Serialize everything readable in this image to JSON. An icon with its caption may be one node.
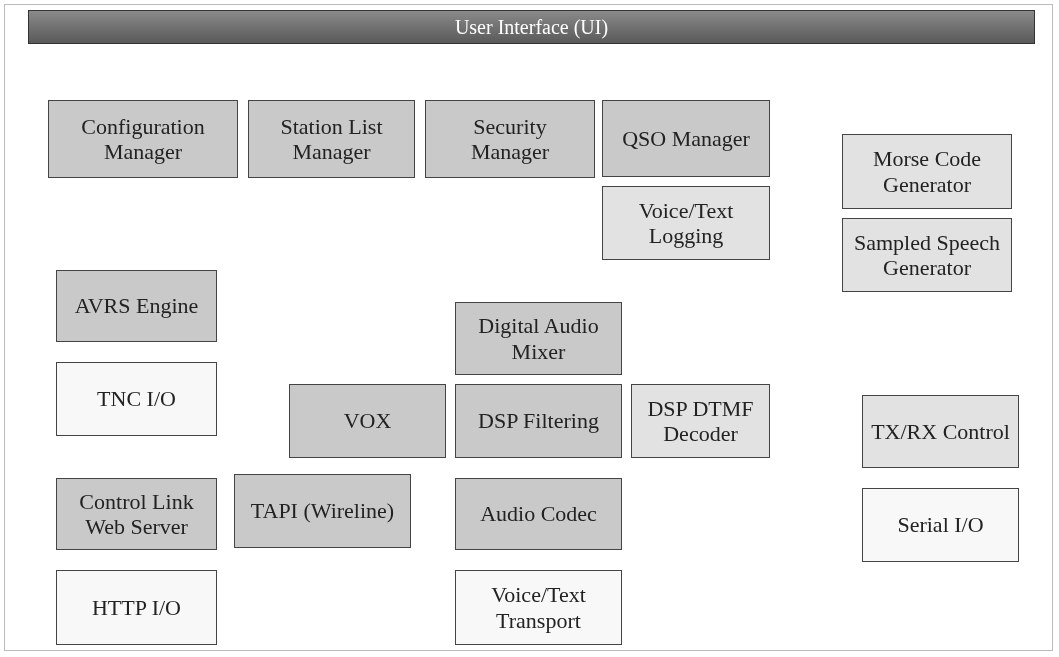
{
  "diagram": {
    "nodes": [
      {
        "text": [
          "User Interface (UI)"
        ]
      },
      {
        "text": [
          "Configuration Manager"
        ]
      },
      {
        "text": [
          "Station List Manager"
        ]
      },
      {
        "text": [
          "Security Manager"
        ]
      },
      {
        "text": [
          "QSO Manager"
        ]
      },
      {
        "text": [
          "Morse Code Generator"
        ]
      },
      {
        "text": [
          "Voice/Text Logging"
        ]
      },
      {
        "text": [
          "Sampled Speech Generator"
        ]
      },
      {
        "text": [
          "AVRS Engine"
        ]
      },
      {
        "text": [
          "Digital Audio Mixer"
        ]
      },
      {
        "text": [
          "TNC I/O"
        ]
      },
      {
        "text": [
          "VOX"
        ]
      },
      {
        "text": [
          "DSP Filtering"
        ]
      },
      {
        "text": [
          "DSP DTMF Decoder"
        ]
      },
      {
        "text": [
          "TX/RX Control"
        ]
      },
      {
        "text": [
          "Control Link Web Server"
        ]
      },
      {
        "text": [
          "TAPI (Wireline)"
        ]
      },
      {
        "text": [
          "Audio Codec"
        ]
      },
      {
        "text": [
          "Serial I/O"
        ]
      },
      {
        "text": [
          "HTTP I/O"
        ]
      },
      {
        "text": [
          "Voice/Text Transport"
        ]
      }
    ]
  }
}
